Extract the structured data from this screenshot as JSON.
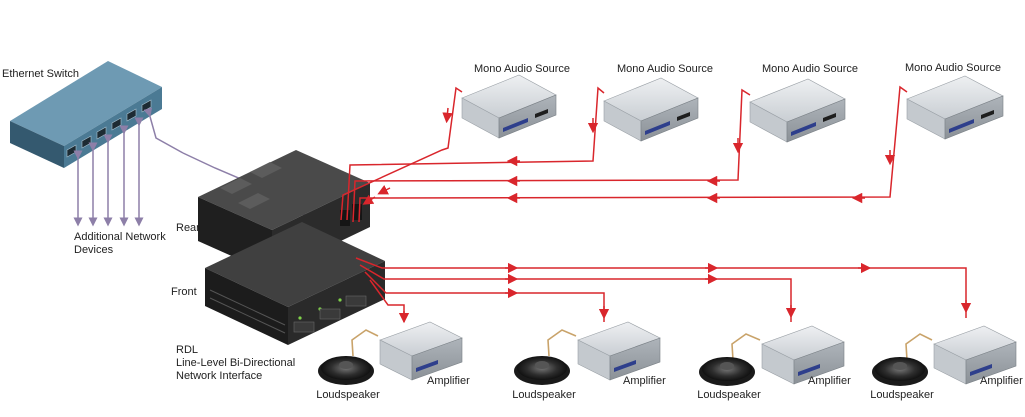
{
  "switch_label": "Ethernet Switch",
  "additional_devices": {
    "line1": "Additional Network",
    "line2": "Devices"
  },
  "rear_label": "Rear",
  "front_label": "Front",
  "rdl": {
    "line1": "RDL",
    "line2": "Line-Level Bi-Directional",
    "line3": "Network Interface"
  },
  "sources": [
    {
      "label": "Mono Audio Source"
    },
    {
      "label": "Mono Audio Source"
    },
    {
      "label": "Mono Audio Source"
    },
    {
      "label": "Mono Audio Source"
    }
  ],
  "outputs": [
    {
      "amp_label": "Amplifier",
      "speaker_label": "Loudspeaker"
    },
    {
      "amp_label": "Amplifier",
      "speaker_label": "Loudspeaker"
    },
    {
      "amp_label": "Amplifier",
      "speaker_label": "Loudspeaker"
    },
    {
      "amp_label": "Amplifier",
      "speaker_label": "Loudspeaker"
    }
  ],
  "colors": {
    "signal_line": "#d9262c",
    "network_line": "#8d7fa8",
    "switch_body": "#4b7a94",
    "device_body": "#2b2b2b",
    "equipment_gray": "#c9ced3"
  }
}
